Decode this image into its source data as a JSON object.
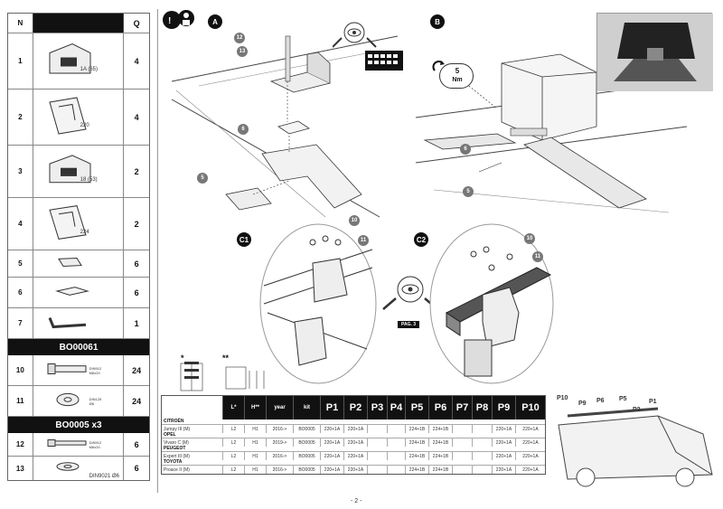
{
  "parts_table": {
    "header": {
      "n": "N",
      "q": "Q"
    },
    "rows": [
      {
        "n": "1",
        "label": "1A (65)",
        "q": "4",
        "icon": "foot-bracket-icon"
      },
      {
        "n": "2",
        "label": "220",
        "q": "4",
        "icon": "clamp-plate-icon"
      },
      {
        "n": "3",
        "label": "18 (53)",
        "q": "2",
        "icon": "foot-bracket-icon"
      },
      {
        "n": "4",
        "label": "224",
        "q": "2",
        "icon": "clamp-plate-icon"
      },
      {
        "n": "5",
        "label": "",
        "q": "6",
        "icon": "small-clip-icon"
      },
      {
        "n": "6",
        "label": "",
        "q": "6",
        "icon": "square-pad-icon"
      },
      {
        "n": "7",
        "label": "",
        "q": "1",
        "icon": "allen-key-icon"
      }
    ],
    "kit1": {
      "title": "BO00061",
      "rows": [
        {
          "n": "10",
          "label": "DIN912\nM6x20",
          "q": "24",
          "icon": "bolt-icon"
        },
        {
          "n": "11",
          "label": "DIN125\nØ6",
          "q": "24",
          "icon": "washer-icon"
        }
      ]
    },
    "kit2": {
      "title": "BO0005 x3",
      "rows": [
        {
          "n": "12",
          "label": "DIN912\nM6x20",
          "q": "6",
          "icon": "bolt-icon"
        },
        {
          "n": "13",
          "label": "DIN9021 Ø6",
          "q": "6",
          "icon": "washer-icon"
        }
      ]
    }
  },
  "drawings": {
    "panel_a": "A",
    "panel_b": "B",
    "panel_c1": "C1",
    "panel_c2": "C2",
    "torque": {
      "value": "5",
      "unit": "Nm"
    },
    "page_ref": "PAG. 3",
    "callouts_a": [
      "12",
      "13",
      "6",
      "5"
    ],
    "callouts_b": [
      "6",
      "5"
    ],
    "callouts_c1": [
      "10",
      "11"
    ],
    "callouts_c2": [
      "10",
      "11"
    ],
    "star_single": "*",
    "star_double": "**"
  },
  "vehicle_table": {
    "columns": [
      "",
      "L*",
      "H**",
      "year",
      "kit",
      "P1",
      "P2",
      "P3",
      "P4",
      "P5",
      "P6",
      "P7",
      "P8",
      "P9",
      "P10"
    ],
    "groups": [
      {
        "brand": "CITROËN",
        "model": "Jumpy III (M)",
        "l": "L2",
        "h": "H1",
        "year": "2016->",
        "kit": "BO0005",
        "p": [
          "220+1A",
          "220+1A",
          "",
          "",
          "224+1B",
          "224+1B",
          "",
          "",
          "220+1A",
          "220+1A"
        ]
      },
      {
        "brand": "OPEL",
        "model": "Vivaro C (M)",
        "l": "L2",
        "h": "H1",
        "year": "2019->",
        "kit": "BO0005",
        "p": [
          "220+1A",
          "220+1A",
          "",
          "",
          "224+1B",
          "224+1B",
          "",
          "",
          "220+1A",
          "220+1A"
        ]
      },
      {
        "brand": "PEUGEOT",
        "model": "Expert III (M)",
        "l": "L2",
        "h": "H1",
        "year": "2016->",
        "kit": "BO0005",
        "p": [
          "220+1A",
          "220+1A",
          "",
          "",
          "224+1B",
          "224+1B",
          "",
          "",
          "220+1A",
          "220+1A"
        ]
      },
      {
        "brand": "TOYOTA",
        "model": "Proace II (M)",
        "l": "L2",
        "h": "H1",
        "year": "2016->",
        "kit": "BO0005",
        "p": [
          "220+1A",
          "220+1A",
          "",
          "",
          "224+1B",
          "224+1B",
          "",
          "",
          "220+1A",
          "220+1A"
        ]
      }
    ]
  },
  "van_labels": [
    "P10",
    "P9",
    "P6",
    "P5",
    "P2",
    "P1"
  ],
  "page_number": "- 2 -"
}
